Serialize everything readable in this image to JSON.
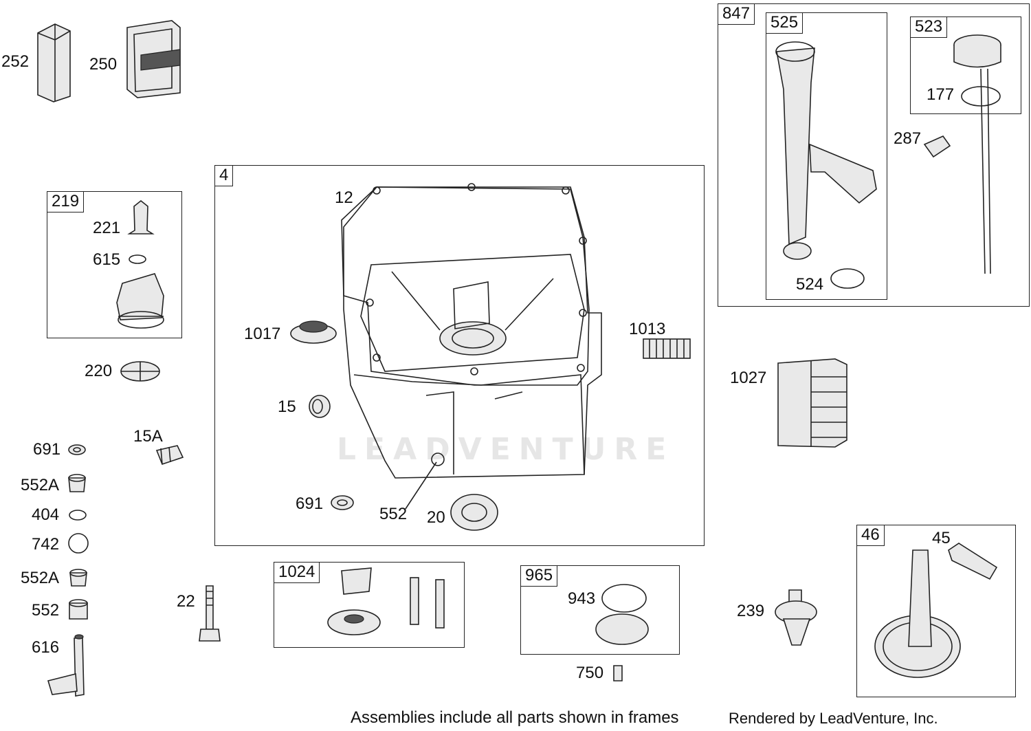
{
  "frames": {
    "f847": "847",
    "f525": "525",
    "f523": "523",
    "f4": "4",
    "f219": "219",
    "f1024": "1024",
    "f965": "965",
    "f46": "46"
  },
  "labels": {
    "p252": "252",
    "p250": "250",
    "p177": "177",
    "p287": "287",
    "p524": "524",
    "p12": "12",
    "p221": "221",
    "p615": "615",
    "p220": "220",
    "p1017": "1017",
    "p1013": "1013",
    "p1027": "1027",
    "p15": "15",
    "p15A": "15A",
    "p691a": "691",
    "p691b": "691",
    "p552A1": "552A",
    "p552A2": "552A",
    "p404": "404",
    "p742": "742",
    "p552a": "552",
    "p552b": "552",
    "p20": "20",
    "p22": "22",
    "p616": "616",
    "p943": "943",
    "p750": "750",
    "p239": "239",
    "p45": "45"
  },
  "footer": {
    "note": "Assemblies include all parts shown in frames",
    "credit": "Rendered by LeadVenture, Inc."
  },
  "watermark": "LEADVENTURE"
}
